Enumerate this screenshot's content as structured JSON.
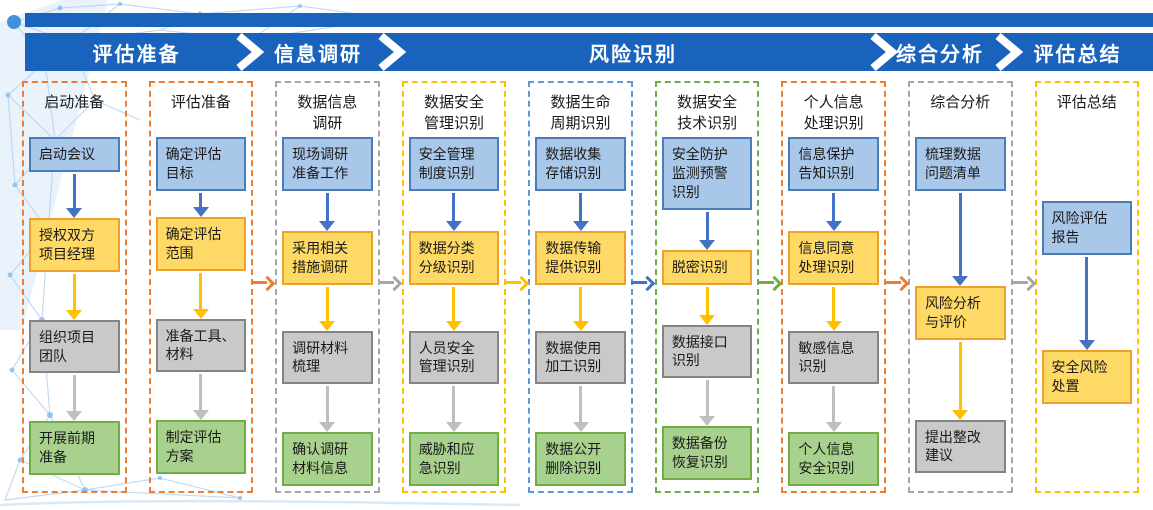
{
  "banner": {
    "stages": [
      {
        "label": "评估准备"
      },
      {
        "label": "信息调研"
      },
      {
        "label": "风险识别"
      },
      {
        "label": "综合分析"
      },
      {
        "label": "评估总结"
      }
    ]
  },
  "columns": [
    {
      "title": "启动准备",
      "border_color": "#ED7D31",
      "boxes": [
        {
          "text": "启动会议",
          "color": "blue"
        },
        {
          "text": "授权双方\n项目经理",
          "color": "yellow"
        },
        {
          "text": "组织项目\n团队",
          "color": "gray"
        },
        {
          "text": "开展前期\n准备",
          "color": "green"
        }
      ]
    },
    {
      "title": "评估准备",
      "border_color": "#ED7D31",
      "boxes": [
        {
          "text": "确定评估\n目标",
          "color": "blue"
        },
        {
          "text": "确定评估\n范围",
          "color": "yellow"
        },
        {
          "text": "准备工具、\n材料",
          "color": "gray"
        },
        {
          "text": "制定评估\n方案",
          "color": "green"
        }
      ]
    },
    {
      "title": "数据信息\n调研",
      "border_color": "#A6A6A6",
      "boxes": [
        {
          "text": "现场调研\n准备工作",
          "color": "blue"
        },
        {
          "text": "采用相关\n措施调研",
          "color": "yellow"
        },
        {
          "text": "调研材料\n梳理",
          "color": "gray"
        },
        {
          "text": "确认调研\n材料信息",
          "color": "green"
        }
      ]
    },
    {
      "title": "数据安全\n管理识别",
      "border_color": "#FFC000",
      "boxes": [
        {
          "text": "安全管理\n制度识别",
          "color": "blue"
        },
        {
          "text": "数据分类\n分级识别",
          "color": "yellow"
        },
        {
          "text": "人员安全\n管理识别",
          "color": "gray"
        },
        {
          "text": "威胁和应\n急识别",
          "color": "green"
        }
      ]
    },
    {
      "title": "数据生命\n周期识别",
      "border_color": "#5B9BD5",
      "boxes": [
        {
          "text": "数据收集\n存储识别",
          "color": "blue"
        },
        {
          "text": "数据传输\n提供识别",
          "color": "yellow"
        },
        {
          "text": "数据使用\n加工识别",
          "color": "gray"
        },
        {
          "text": "数据公开\n删除识别",
          "color": "green"
        }
      ]
    },
    {
      "title": "数据安全\n技术识别",
      "border_color": "#70AD47",
      "boxes": [
        {
          "text": "安全防护\n监测预警\n识别",
          "color": "blue"
        },
        {
          "text": "脱密识别",
          "color": "yellow"
        },
        {
          "text": "数据接口\n识别",
          "color": "gray"
        },
        {
          "text": "数据备份\n恢复识别",
          "color": "green"
        }
      ]
    },
    {
      "title": "个人信息\n处理识别",
      "border_color": "#ED7D31",
      "boxes": [
        {
          "text": "信息保护\n告知识别",
          "color": "blue"
        },
        {
          "text": "信息同意\n处理识别",
          "color": "yellow"
        },
        {
          "text": "敏感信息\n识别",
          "color": "gray"
        },
        {
          "text": "个人信息\n安全识别",
          "color": "green"
        }
      ]
    },
    {
      "title": "综合分析",
      "border_color": "#A6A6A6",
      "boxes": [
        {
          "text": "梳理数据\n问题清单",
          "color": "blue"
        },
        {
          "text": "风险分析\n与评价",
          "color": "yellow"
        },
        {
          "text": "提出整改\n建议",
          "color": "gray"
        }
      ]
    },
    {
      "title": "评估总结",
      "border_color": "#FFC000",
      "boxes": [
        {
          "text": "风险评估\n报告",
          "color": "blue"
        },
        {
          "text": "安全风险\n处置",
          "color": "yellow"
        }
      ]
    }
  ],
  "flow_arrows": [
    {
      "after_column_index": 1,
      "color": "#ED7D31"
    },
    {
      "after_column_index": 2,
      "color": "#A6A6A6"
    },
    {
      "after_column_index": 3,
      "color": "#FFC000"
    },
    {
      "after_column_index": 4,
      "color": "#4472C4"
    },
    {
      "after_column_index": 5,
      "color": "#70AD47"
    },
    {
      "after_column_index": 6,
      "color": "#ED7D31"
    },
    {
      "after_column_index": 7,
      "color": "#A6A6A6"
    }
  ],
  "colors": {
    "banner_blue": "#1A63BC",
    "box_blue_fill": "#A9C7E9",
    "box_blue_border": "#4A7CB8",
    "box_yellow_fill": "#FFD966",
    "box_yellow_border": "#EDA12B",
    "box_gray_fill": "#C9C9C9",
    "box_gray_border": "#848484",
    "box_green_fill": "#A9D18E",
    "box_green_border": "#70AD47",
    "arrow_blue": "#4472C4",
    "arrow_yellow": "#FFC000",
    "arrow_gray": "#BFBFBF"
  }
}
